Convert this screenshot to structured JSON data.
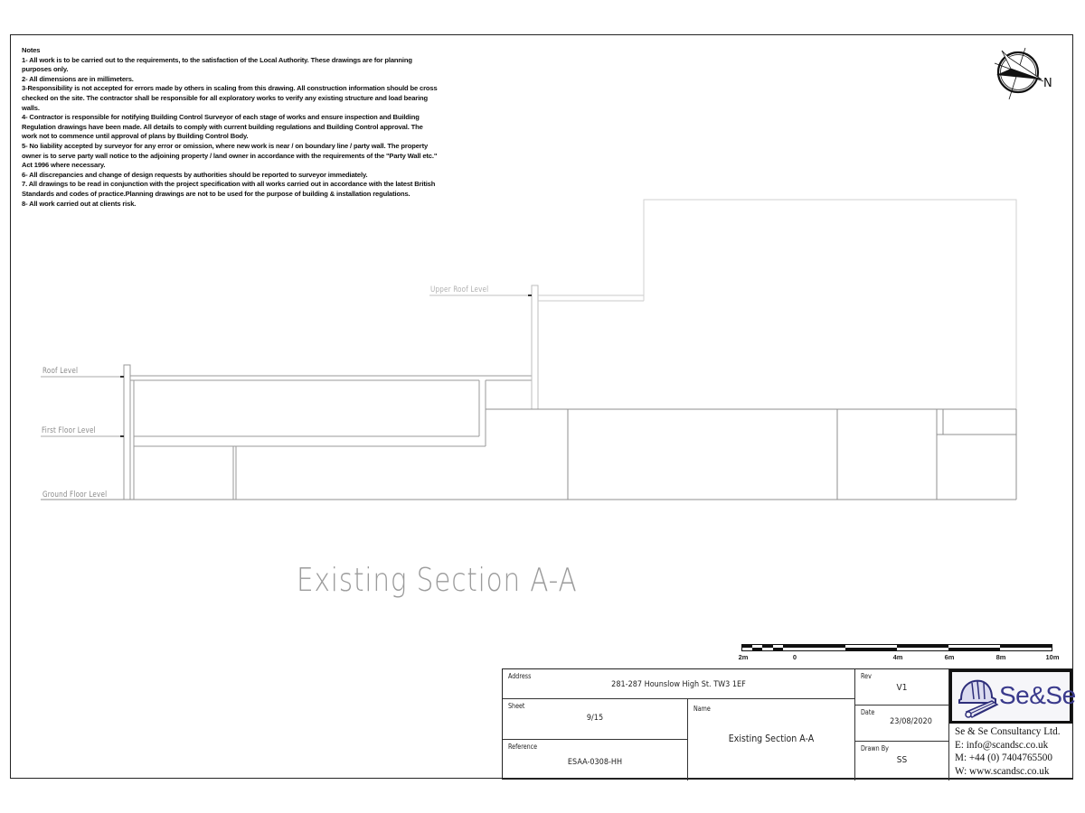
{
  "notes": {
    "title": "Notes",
    "lines": [
      "1- All work is to be carried out to the requirements, to the satisfaction of the Local Authority. These drawings are for planning",
      "purposes only.",
      "2- All dimensions are in millimeters.",
      "3-Responsibility is not accepted for errors made by others in scaling from this drawing.  All construction information should be cross",
      "checked on the site. The contractor shall be responsible for  all exploratory works to verify any existing structure and load bearing",
      "walls.",
      "4- Contractor is responsible for notifying Building Control Surveyor of each stage of works and ensure inspection and Building",
      "Regulation drawings have been made. All details to comply with current building regulations and Building Control approval. The",
      "work not to commence until approval of plans by Building Control Body.",
      "5- No liability accepted by surveyor for any error or omission, where new work is near / on boundary line / party wall. The property",
      "owner is to serve party wall notice to the adjoining property / land owner in accordance with the requirements of the \"Party Wall etc.\"",
      "Act 1996 where necessary.",
      "6- All discrepancies and change of design requests by authorities  should be reported to surveyor immediately.",
      "7. All drawings to be read in conjunction with the project specification with all works carried out in accordance with the latest British",
      "Standards and codes of practice.Planning drawings are not to be used for the purpose of building & installation regulations.",
      "8- All work carried out at clients risk."
    ]
  },
  "compass": {
    "icon": "north-arrow-icon",
    "label": "N"
  },
  "levels": {
    "upper_roof": "Upper Roof Level",
    "roof": "Roof Level",
    "first_floor": "First Floor Level",
    "ground_floor": "Ground Floor Level"
  },
  "drawing_title": "Existing Section A-A",
  "scale_bar": {
    "labels": [
      "2m",
      "0",
      "4m",
      "6m",
      "8m",
      "10m"
    ]
  },
  "title_block": {
    "address_label": "Address",
    "address_value": "281-287 Hounslow High St. TW3 1EF",
    "sheet_label": "Sheet",
    "sheet_value": "9/15",
    "reference_label": "Reference",
    "reference_value": "ESAA-0308-HH",
    "name_label": "Name",
    "name_value": "Existing Section A-A",
    "rev_label": "Rev",
    "rev_value": "V1",
    "date_label": "Date",
    "date_value": "23/08/2020",
    "drawn_by_label": "Drawn By",
    "drawn_by_value": "SS"
  },
  "company": {
    "logo_text": "Se&Se",
    "logo_icon": "hard-hat-blueprint-icon",
    "name": "Se & Se Consultancy Ltd.",
    "email": "E: info@scandsc.co.uk",
    "mobile": "M: +44 (0) 7404765500",
    "web": "W: www.scandsc.co.uk"
  }
}
